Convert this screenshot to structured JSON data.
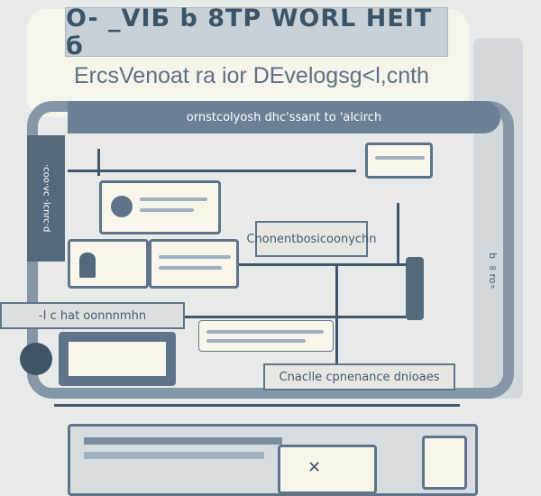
{
  "title": "O- _VIБ b 8TP WORL HEIT б",
  "subtitle": "ErcsVenoat ra ior DEvelogsɡ˂l,cnth",
  "header_bar": "ornstcolyosh dhc'ssant to 'alcirch",
  "side_label": "·coo·vc ·lcnrc·d",
  "center_box": "Cnonentbosicoonychn",
  "left_bar": "-I c hat oonnnmhn",
  "bottom_box": "Cnaclle cpnenance dnioaes",
  "right_side_label": "b ∞ro∘",
  "colors": {
    "frame": "#8597a7",
    "header": "#6b8095",
    "panel": "#f6f5ec"
  }
}
